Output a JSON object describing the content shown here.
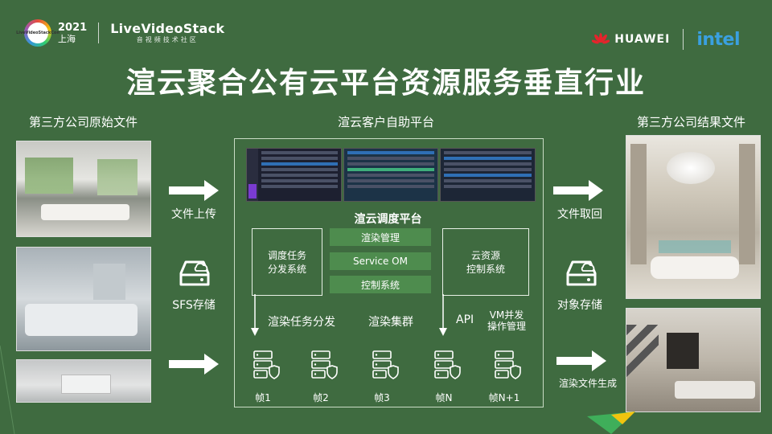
{
  "header": {
    "year": "2021",
    "city": "上海",
    "brand": "LiveVideoStack",
    "brand_sub": "音视频技术社区",
    "circle_text": "LiveVideoStackCon",
    "partner_1": "HUAWEI",
    "partner_2": "intel"
  },
  "title": "渲云聚合公有云平台资源服务垂直行业",
  "left": {
    "heading": "第三方公司原始文件",
    "upload_label": "文件上传",
    "storage_label": "SFS存储"
  },
  "center": {
    "heading": "渲云客户自助平台",
    "schedule_title": "渲云调度平台",
    "box_dispatch": "调度任务\n分发系统",
    "box_render_mgmt": "渲染管理",
    "box_service_om": "Service OM",
    "box_control": "控制系统",
    "box_cloud_resource": "云资源\n控制系统",
    "label_task_dispatch": "渲染任务分发",
    "label_cluster": "渲染集群",
    "label_api": "API",
    "label_vm": "VM并发\n操作管理",
    "frames": [
      "帧1",
      "帧2",
      "帧3",
      "帧N",
      "帧N+1"
    ]
  },
  "right": {
    "heading": "第三方公司结果文件",
    "retrieve_label": "文件取回",
    "object_storage_label": "对象存储",
    "generate_label": "渲染文件生成"
  },
  "colors": {
    "background": "#3f6b40",
    "box_green": "#4e8c4e",
    "intel_blue": "#3aa0e0",
    "huawei_red": "#e5242c"
  }
}
